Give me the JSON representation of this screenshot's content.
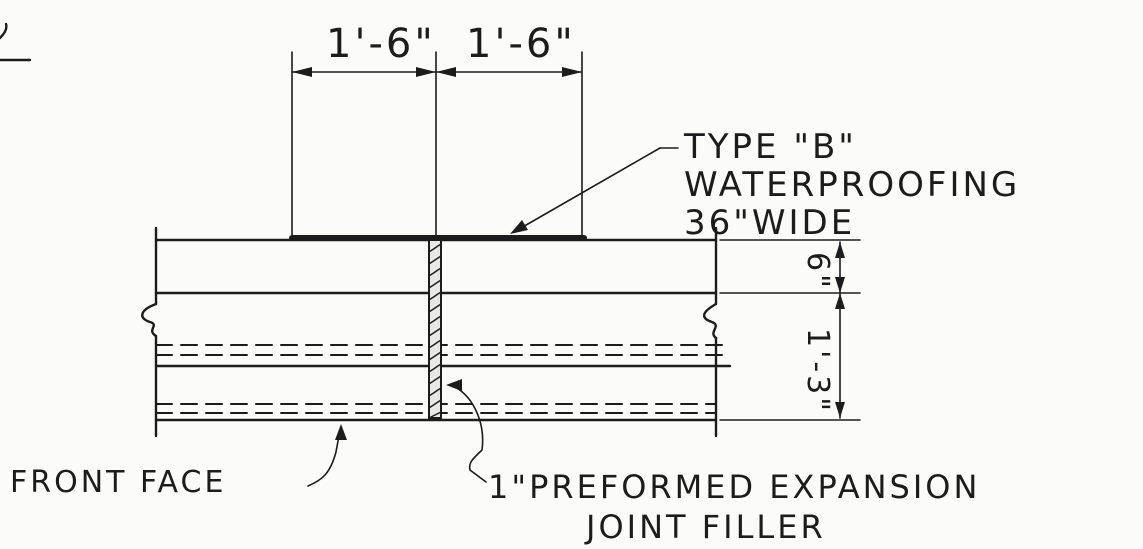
{
  "dimensions": {
    "left_span": "1'-6\"",
    "right_span": "1'-6\"",
    "top_depth": "6\"",
    "lower_depth": "1'-3\""
  },
  "callouts": {
    "waterproofing_line1": "TYPE \"B\"",
    "waterproofing_line2": "WATERPROOFING",
    "waterproofing_line3": "36\"WIDE",
    "front_face": "FRONT FACE",
    "joint_line1": "1\"PREFORMED EXPANSION",
    "joint_line2": "JOINT FILLER"
  },
  "ink_color": "#1c1c1c",
  "paper_color": "#fbfbf9"
}
